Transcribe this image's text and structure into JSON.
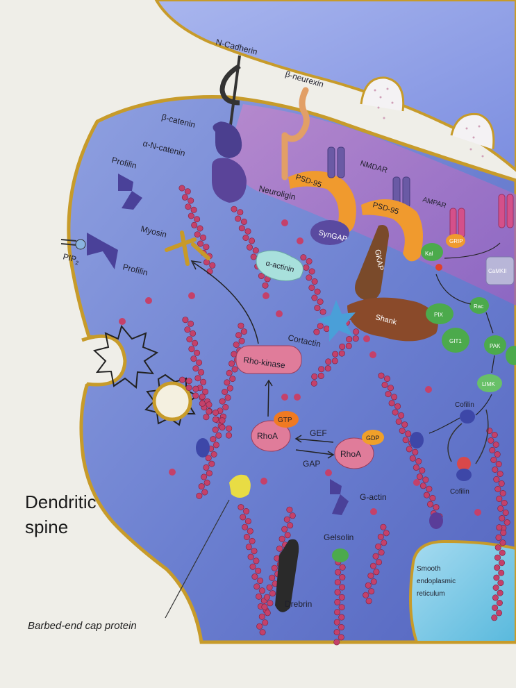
{
  "title_line1": "Dendritic",
  "title_line2": "spine",
  "labels": {
    "n_cadherin": "N-Cadherin",
    "b_neurexin": "β-neurexin",
    "b_catenin": "β-catenin",
    "a_n_catenin": "α-N-catenin",
    "profilin_top": "Profilin",
    "profilin_mid": "Profilin",
    "pip2": "PIP",
    "pip2_sub": "2",
    "myosin": "Myosin",
    "neuroligin": "Neuroligin",
    "psd95_a": "PSD-95",
    "psd95_b": "PSD-95",
    "nmdar": "NMDAR",
    "ampar": "AMPAR",
    "syngap": "SynGAP",
    "a_actinin": "α-actinin",
    "gkap": "GKAP",
    "shank": "Shank",
    "cortactin": "Cortactin",
    "rho_kinase": "Rho-kinase",
    "rhoa_gtp": "RhoA",
    "gtp": "GTP",
    "gef": "GEF",
    "gap": "GAP",
    "rhoa_gdp": "RhoA",
    "gdp": "GDP",
    "kal": "Kal",
    "grip": "GRIP",
    "pix": "PIX",
    "git1": "GIT1",
    "rac": "Rac",
    "pak": "PAK",
    "limk": "LIMK",
    "camk": "CaMKII",
    "cofilin_top": "Cofilin",
    "cofilin_bottom": "Cofilin",
    "g_actin": "G-actin",
    "gelsolin": "Gelsolin",
    "drebrin": "Drebrin",
    "smooth_er_1": "Smooth",
    "smooth_er_2": "endoplasmic",
    "smooth_er_3": "reticulum",
    "barbed_end": "Barbed-end cap protein"
  },
  "colors": {
    "cytoplasm": "#6f83cf",
    "psd": "#b16fc0",
    "membrane": "#c79b2a",
    "actin": "#c4416a",
    "background": "#efeee8"
  }
}
